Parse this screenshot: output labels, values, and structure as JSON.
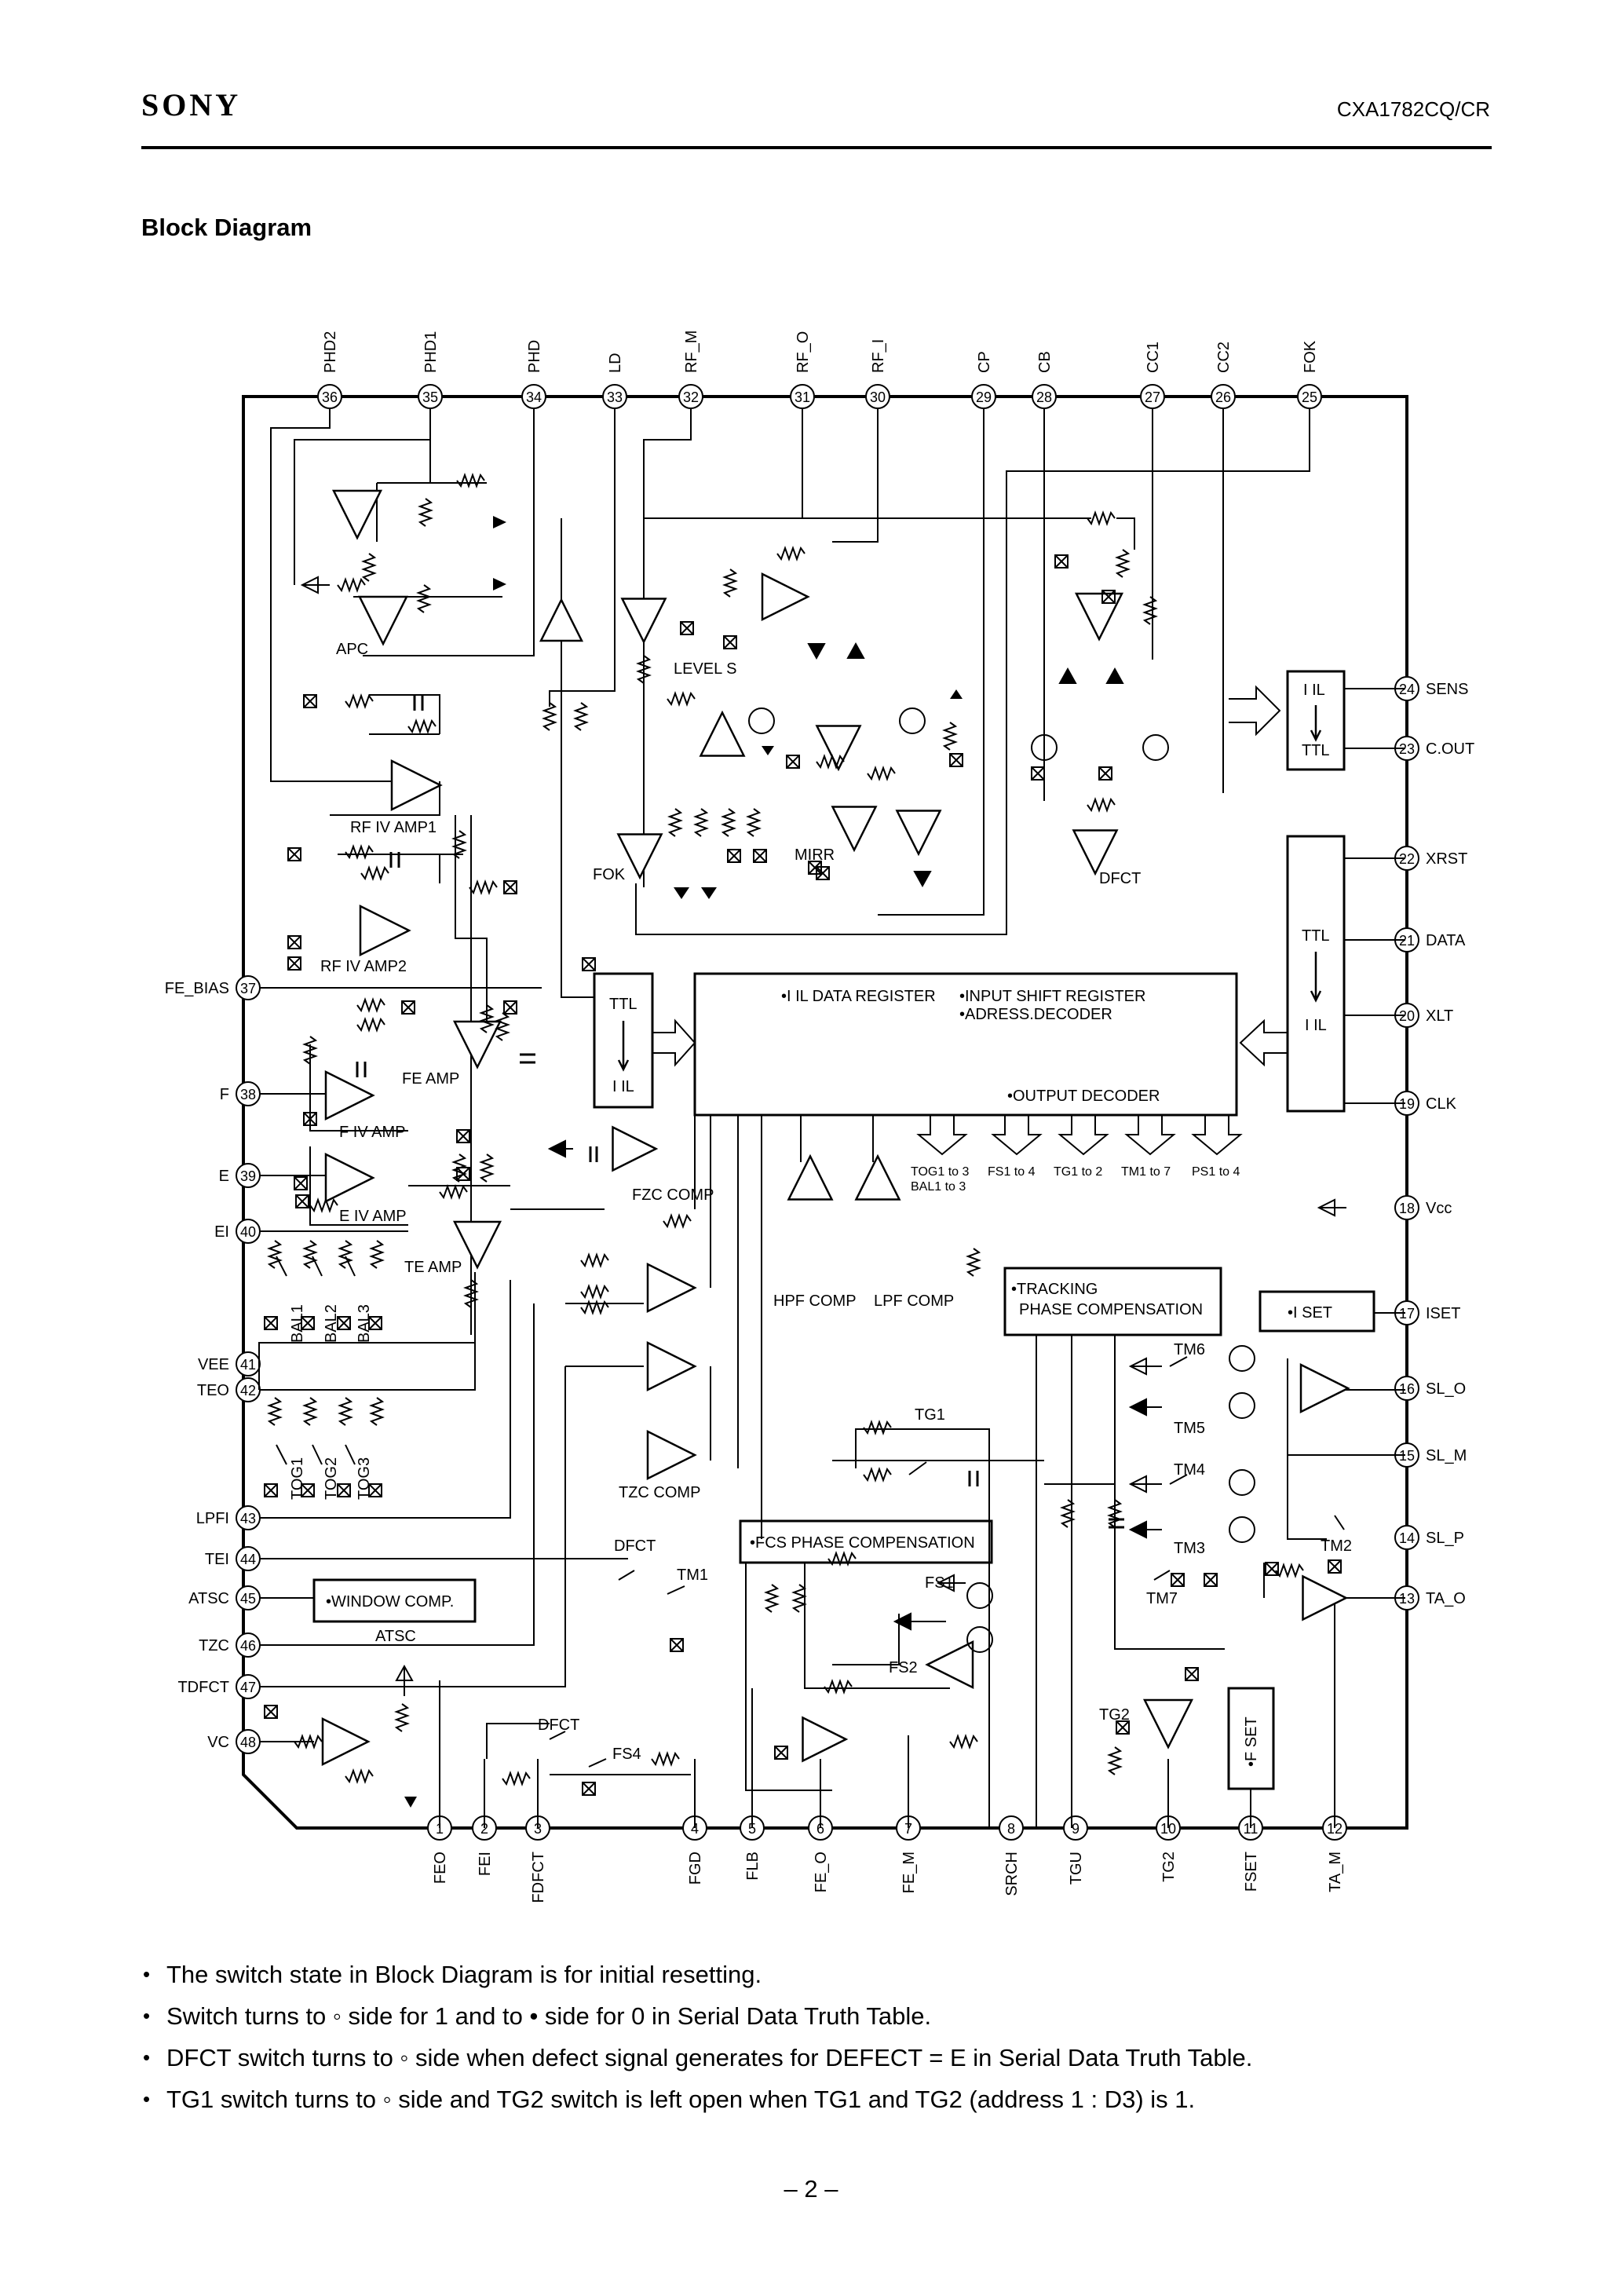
{
  "header": {
    "brand": "SONY",
    "part_number": "CXA1782CQ/CR"
  },
  "section_title": "Block Diagram",
  "pins_top": [
    {
      "num": "36",
      "name": "PHD2"
    },
    {
      "num": "35",
      "name": "PHD1"
    },
    {
      "num": "34",
      "name": "PHD"
    },
    {
      "num": "33",
      "name": "LD"
    },
    {
      "num": "32",
      "name": "RF_M"
    },
    {
      "num": "31",
      "name": "RF_O"
    },
    {
      "num": "30",
      "name": "RF_I"
    },
    {
      "num": "29",
      "name": "CP"
    },
    {
      "num": "28",
      "name": "CB"
    },
    {
      "num": "27",
      "name": "CC1"
    },
    {
      "num": "26",
      "name": "CC2"
    },
    {
      "num": "25",
      "name": "FOK"
    }
  ],
  "pins_bottom": [
    {
      "num": "1",
      "name": "FEO"
    },
    {
      "num": "2",
      "name": "FEI"
    },
    {
      "num": "3",
      "name": "FDFCT"
    },
    {
      "num": "4",
      "name": "FGD"
    },
    {
      "num": "5",
      "name": "FLB"
    },
    {
      "num": "6",
      "name": "FE_O"
    },
    {
      "num": "7",
      "name": "FE_M"
    },
    {
      "num": "8",
      "name": "SRCH"
    },
    {
      "num": "9",
      "name": "TGU"
    },
    {
      "num": "10",
      "name": "TG2"
    },
    {
      "num": "11",
      "name": "FSET"
    },
    {
      "num": "12",
      "name": "TA_M"
    }
  ],
  "pins_left": [
    {
      "num": "37",
      "name": "FE_BIAS"
    },
    {
      "num": "38",
      "name": "F"
    },
    {
      "num": "39",
      "name": "E"
    },
    {
      "num": "40",
      "name": "EI"
    },
    {
      "num": "41",
      "name": "VEE"
    },
    {
      "num": "42",
      "name": "TEO"
    },
    {
      "num": "43",
      "name": "LPFI"
    },
    {
      "num": "44",
      "name": "TEI"
    },
    {
      "num": "45",
      "name": "ATSC"
    },
    {
      "num": "46",
      "name": "TZC"
    },
    {
      "num": "47",
      "name": "TDFCT"
    },
    {
      "num": "48",
      "name": "VC"
    }
  ],
  "pins_right": [
    {
      "num": "24",
      "name": "SENS"
    },
    {
      "num": "23",
      "name": "C.OUT"
    },
    {
      "num": "22",
      "name": "XRST"
    },
    {
      "num": "21",
      "name": "DATA"
    },
    {
      "num": "20",
      "name": "XLT"
    },
    {
      "num": "19",
      "name": "CLK"
    },
    {
      "num": "18",
      "name": "Vcc"
    },
    {
      "num": "17",
      "name": "ISET"
    },
    {
      "num": "16",
      "name": "SL_O"
    },
    {
      "num": "15",
      "name": "SL_M"
    },
    {
      "num": "14",
      "name": "SL_P"
    },
    {
      "num": "13",
      "name": "TA_O"
    }
  ],
  "blocks": {
    "register_1": "•I IL DATA REGISTER",
    "register_2": "•INPUT SHIFT REGISTER",
    "register_3": "•ADRESS.DECODER",
    "output_decoder": "•OUTPUT DECODER",
    "ttl": "TTL",
    "iil": "I IL",
    "tracking_1": "•TRACKING",
    "tracking_2": "PHASE COMPENSATION",
    "iset": "•I SET",
    "fcs": "•FCS PHASE COMPENSATION",
    "window": "•WINDOW COMP.",
    "fset": "•F SET"
  },
  "labels": {
    "apc": "APC",
    "rf_iv_amp1": "RF IV AMP1",
    "rf_iv_amp2": "RF IV AMP2",
    "fe_amp": "FE AMP",
    "f_iv_amp": "F IV AMP",
    "e_iv_amp": "E IV AMP",
    "te_amp": "TE AMP",
    "level_s": "LEVEL S",
    "fok": "FOK",
    "mirr": "MIRR",
    "dfct": "DFCT",
    "fzc_comp": "FZC COMP",
    "hpf_comp": "HPF COMP",
    "lpf_comp": "LPF COMP",
    "tzc_comp": "TZC COMP",
    "tg1": "TG1",
    "tg2": "TG2",
    "tm1": "TM1",
    "tm2": "TM2",
    "tm3": "TM3",
    "tm4": "TM4",
    "tm5": "TM5",
    "tm6": "TM6",
    "tm7": "TM7",
    "fs1": "FS1",
    "fs2": "FS2",
    "fs4": "FS4",
    "atsc": "ATSC",
    "bal1": "BAL1",
    "bal2": "BAL2",
    "bal3": "BAL3",
    "tog1": "TOG1",
    "tog2": "TOG2",
    "tog3": "TOG3",
    "out_tog": "TOG1 to 3",
    "out_bal": "BAL1 to 3",
    "out_fs": "FS1 to 4",
    "out_tg": "TG1 to 2",
    "out_tm": "TM1 to 7",
    "out_ps": "PS1 to 4"
  },
  "notes": [
    "The switch state in Block Diagram is for initial resetting.",
    "Switch turns to ◦ side for 1 and to • side for 0 in Serial Data Truth Table.",
    "DFCT switch turns to ◦ side when defect signal generates for DEFECT = E in Serial Data Truth Table.",
    "TG1 switch turns to ◦ side and TG2 switch is left open when TG1 and TG2 (address 1 : D3) is 1."
  ],
  "page_number": "– 2 –"
}
